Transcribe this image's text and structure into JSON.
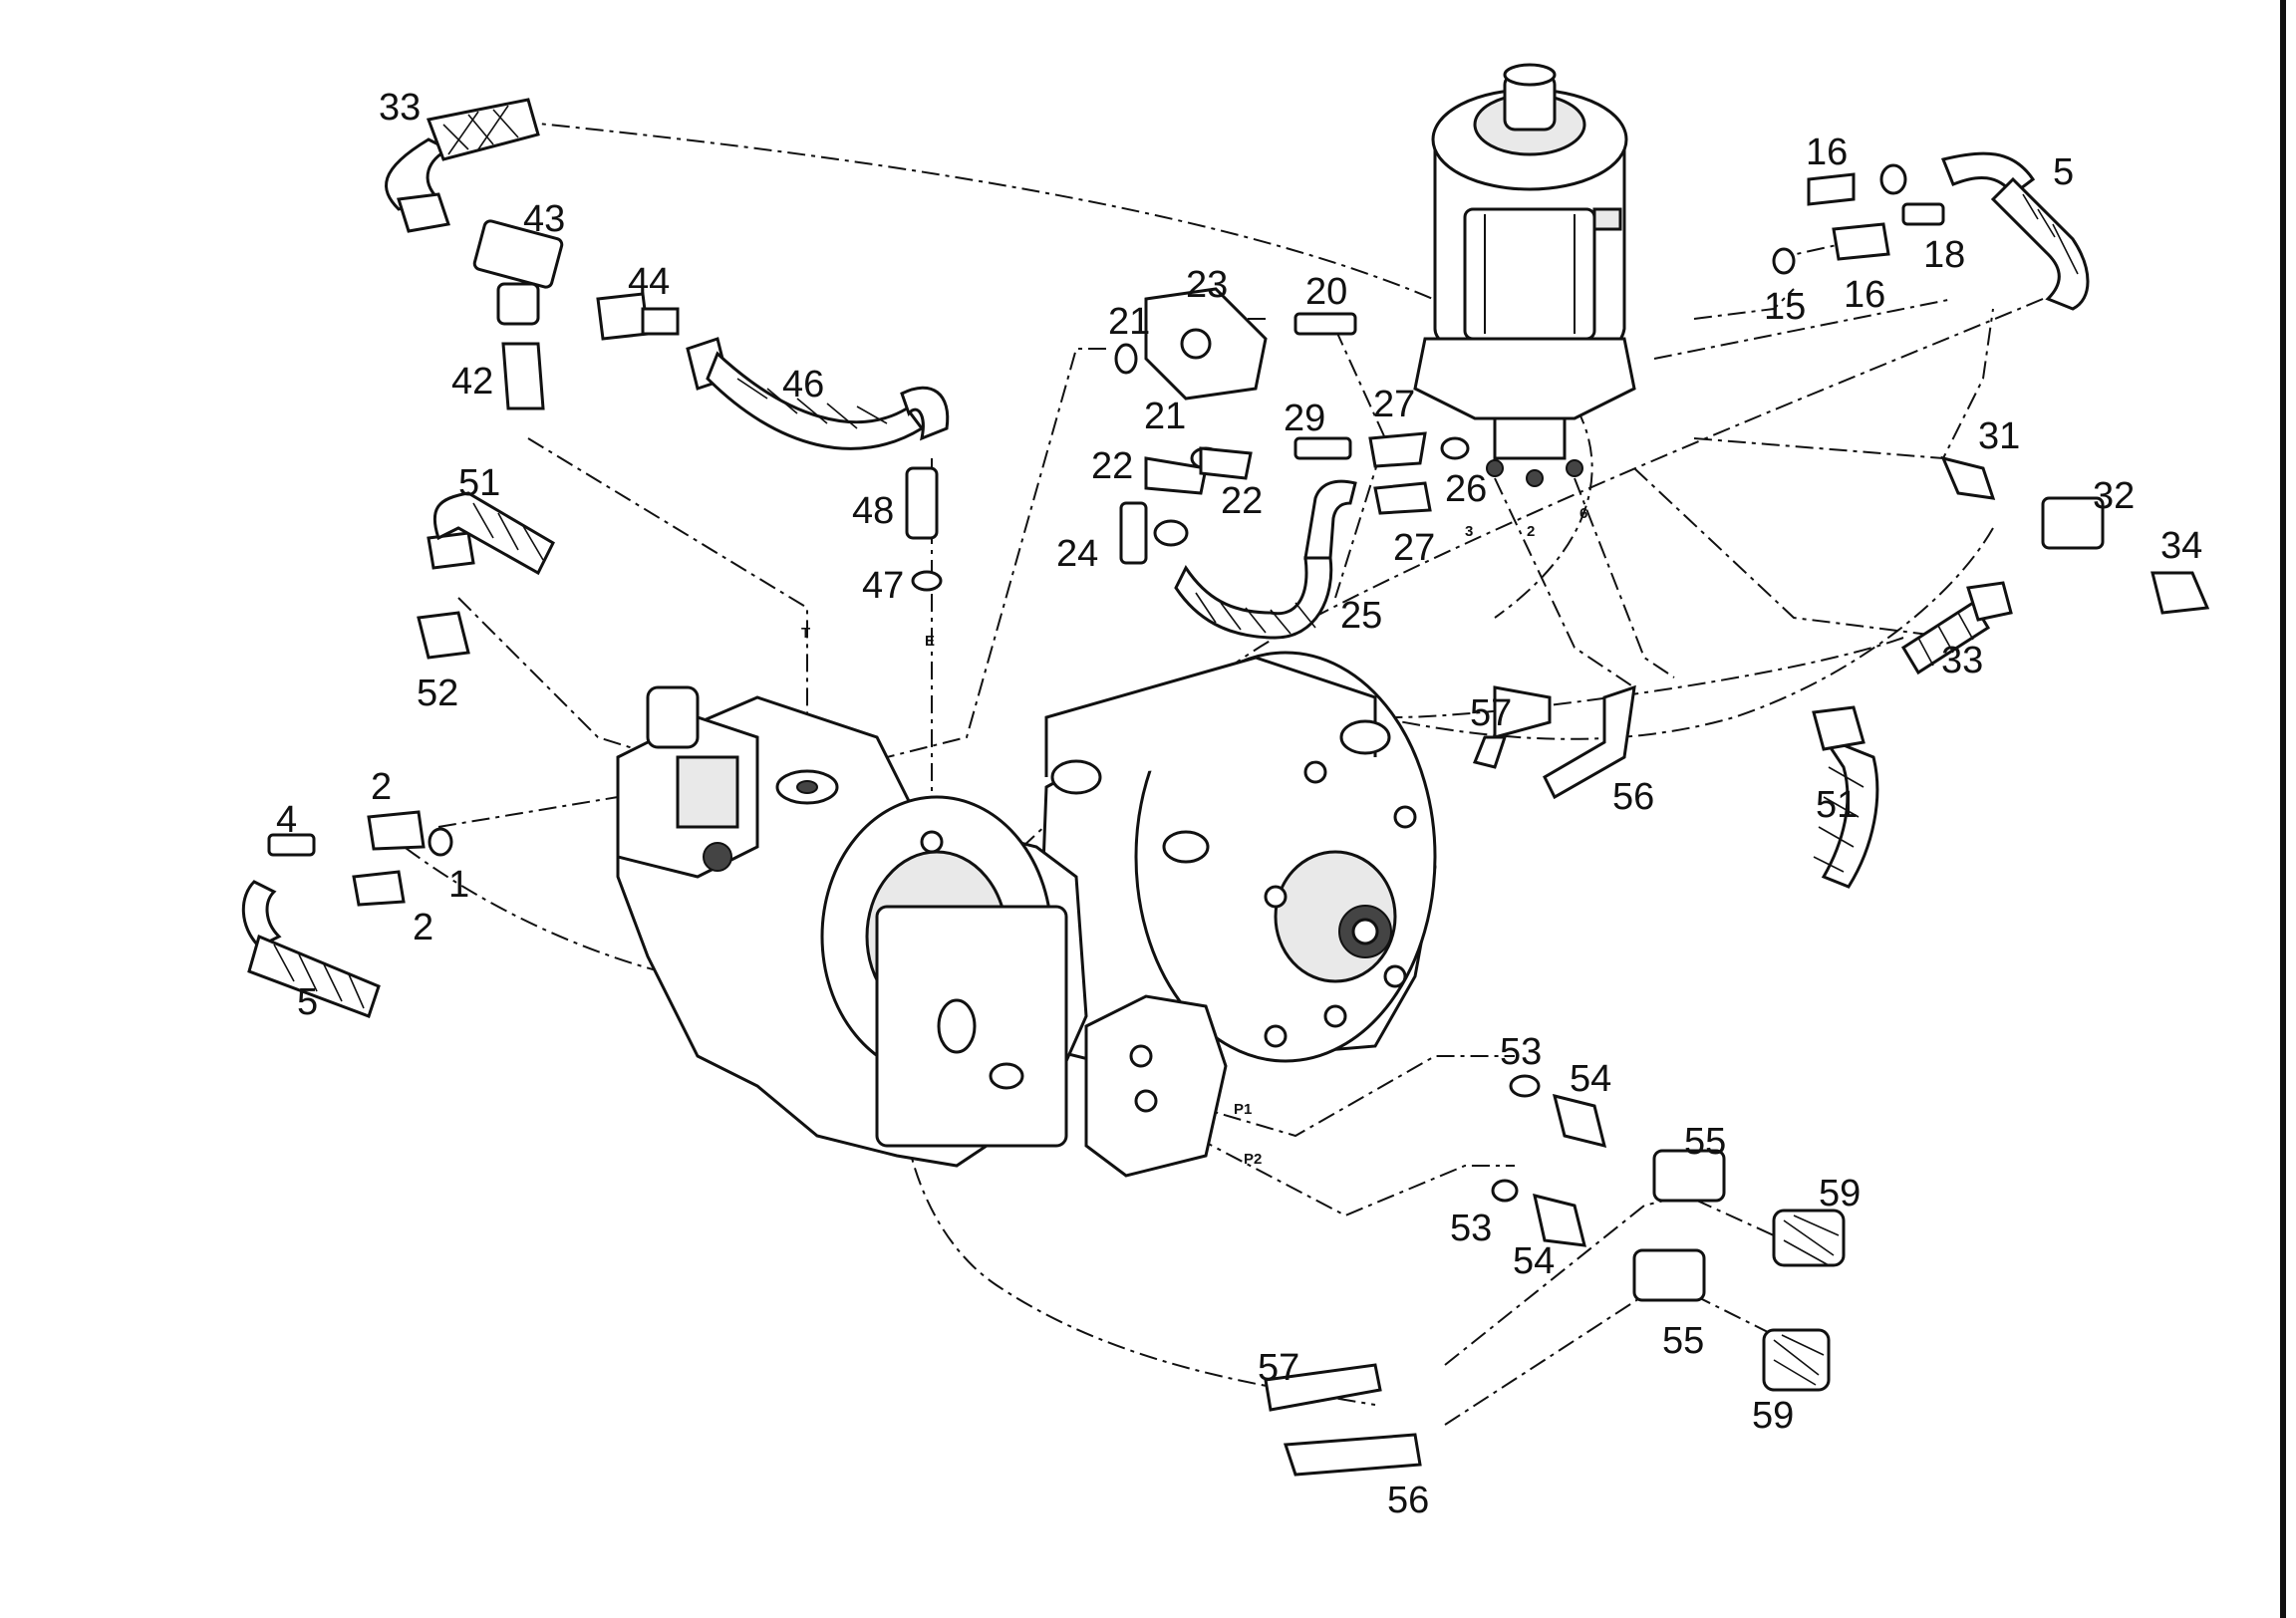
{
  "callouts": [
    {
      "id": "c33a",
      "text": "33"
    },
    {
      "id": "c43",
      "text": "43"
    },
    {
      "id": "c44",
      "text": "44"
    },
    {
      "id": "c42",
      "text": "42"
    },
    {
      "id": "c46",
      "text": "46"
    },
    {
      "id": "c23",
      "text": "23"
    },
    {
      "id": "c20",
      "text": "20"
    },
    {
      "id": "c21a",
      "text": "21"
    },
    {
      "id": "c21b",
      "text": "21"
    },
    {
      "id": "c22a",
      "text": "22"
    },
    {
      "id": "c22b",
      "text": "22"
    },
    {
      "id": "c24",
      "text": "24"
    },
    {
      "id": "c29",
      "text": "29"
    },
    {
      "id": "c27a",
      "text": "27"
    },
    {
      "id": "c27b",
      "text": "27"
    },
    {
      "id": "c26",
      "text": "26"
    },
    {
      "id": "c25",
      "text": "25"
    },
    {
      "id": "c16a",
      "text": "16"
    },
    {
      "id": "c16b",
      "text": "16"
    },
    {
      "id": "c15",
      "text": "15"
    },
    {
      "id": "c18",
      "text": "18"
    },
    {
      "id": "c5a",
      "text": "5"
    },
    {
      "id": "c31",
      "text": "31"
    },
    {
      "id": "c32",
      "text": "32"
    },
    {
      "id": "c34",
      "text": "34"
    },
    {
      "id": "c33b",
      "text": "33"
    },
    {
      "id": "c51a",
      "text": "51"
    },
    {
      "id": "c48",
      "text": "48"
    },
    {
      "id": "c47",
      "text": "47"
    },
    {
      "id": "c52",
      "text": "52"
    },
    {
      "id": "c57a",
      "text": "57"
    },
    {
      "id": "c56a",
      "text": "56"
    },
    {
      "id": "c51b",
      "text": "51"
    },
    {
      "id": "c4",
      "text": "4"
    },
    {
      "id": "c2a",
      "text": "2"
    },
    {
      "id": "c1",
      "text": "1"
    },
    {
      "id": "c2b",
      "text": "2"
    },
    {
      "id": "c5b",
      "text": "5"
    },
    {
      "id": "c53a",
      "text": "53"
    },
    {
      "id": "c54a",
      "text": "54"
    },
    {
      "id": "c55a",
      "text": "55"
    },
    {
      "id": "c59a",
      "text": "59"
    },
    {
      "id": "c53b",
      "text": "53"
    },
    {
      "id": "c54b",
      "text": "54"
    },
    {
      "id": "c55b",
      "text": "55"
    },
    {
      "id": "c59b",
      "text": "59"
    },
    {
      "id": "c57b",
      "text": "57"
    },
    {
      "id": "c56b",
      "text": "56"
    }
  ],
  "ports": [
    {
      "id": "pT",
      "text": "T"
    },
    {
      "id": "pE",
      "text": "E"
    },
    {
      "id": "p3",
      "text": "3"
    },
    {
      "id": "p2",
      "text": "2"
    },
    {
      "id": "p6",
      "text": "6"
    },
    {
      "id": "pP1",
      "text": "P1"
    },
    {
      "id": "pP2",
      "text": "P2"
    }
  ]
}
